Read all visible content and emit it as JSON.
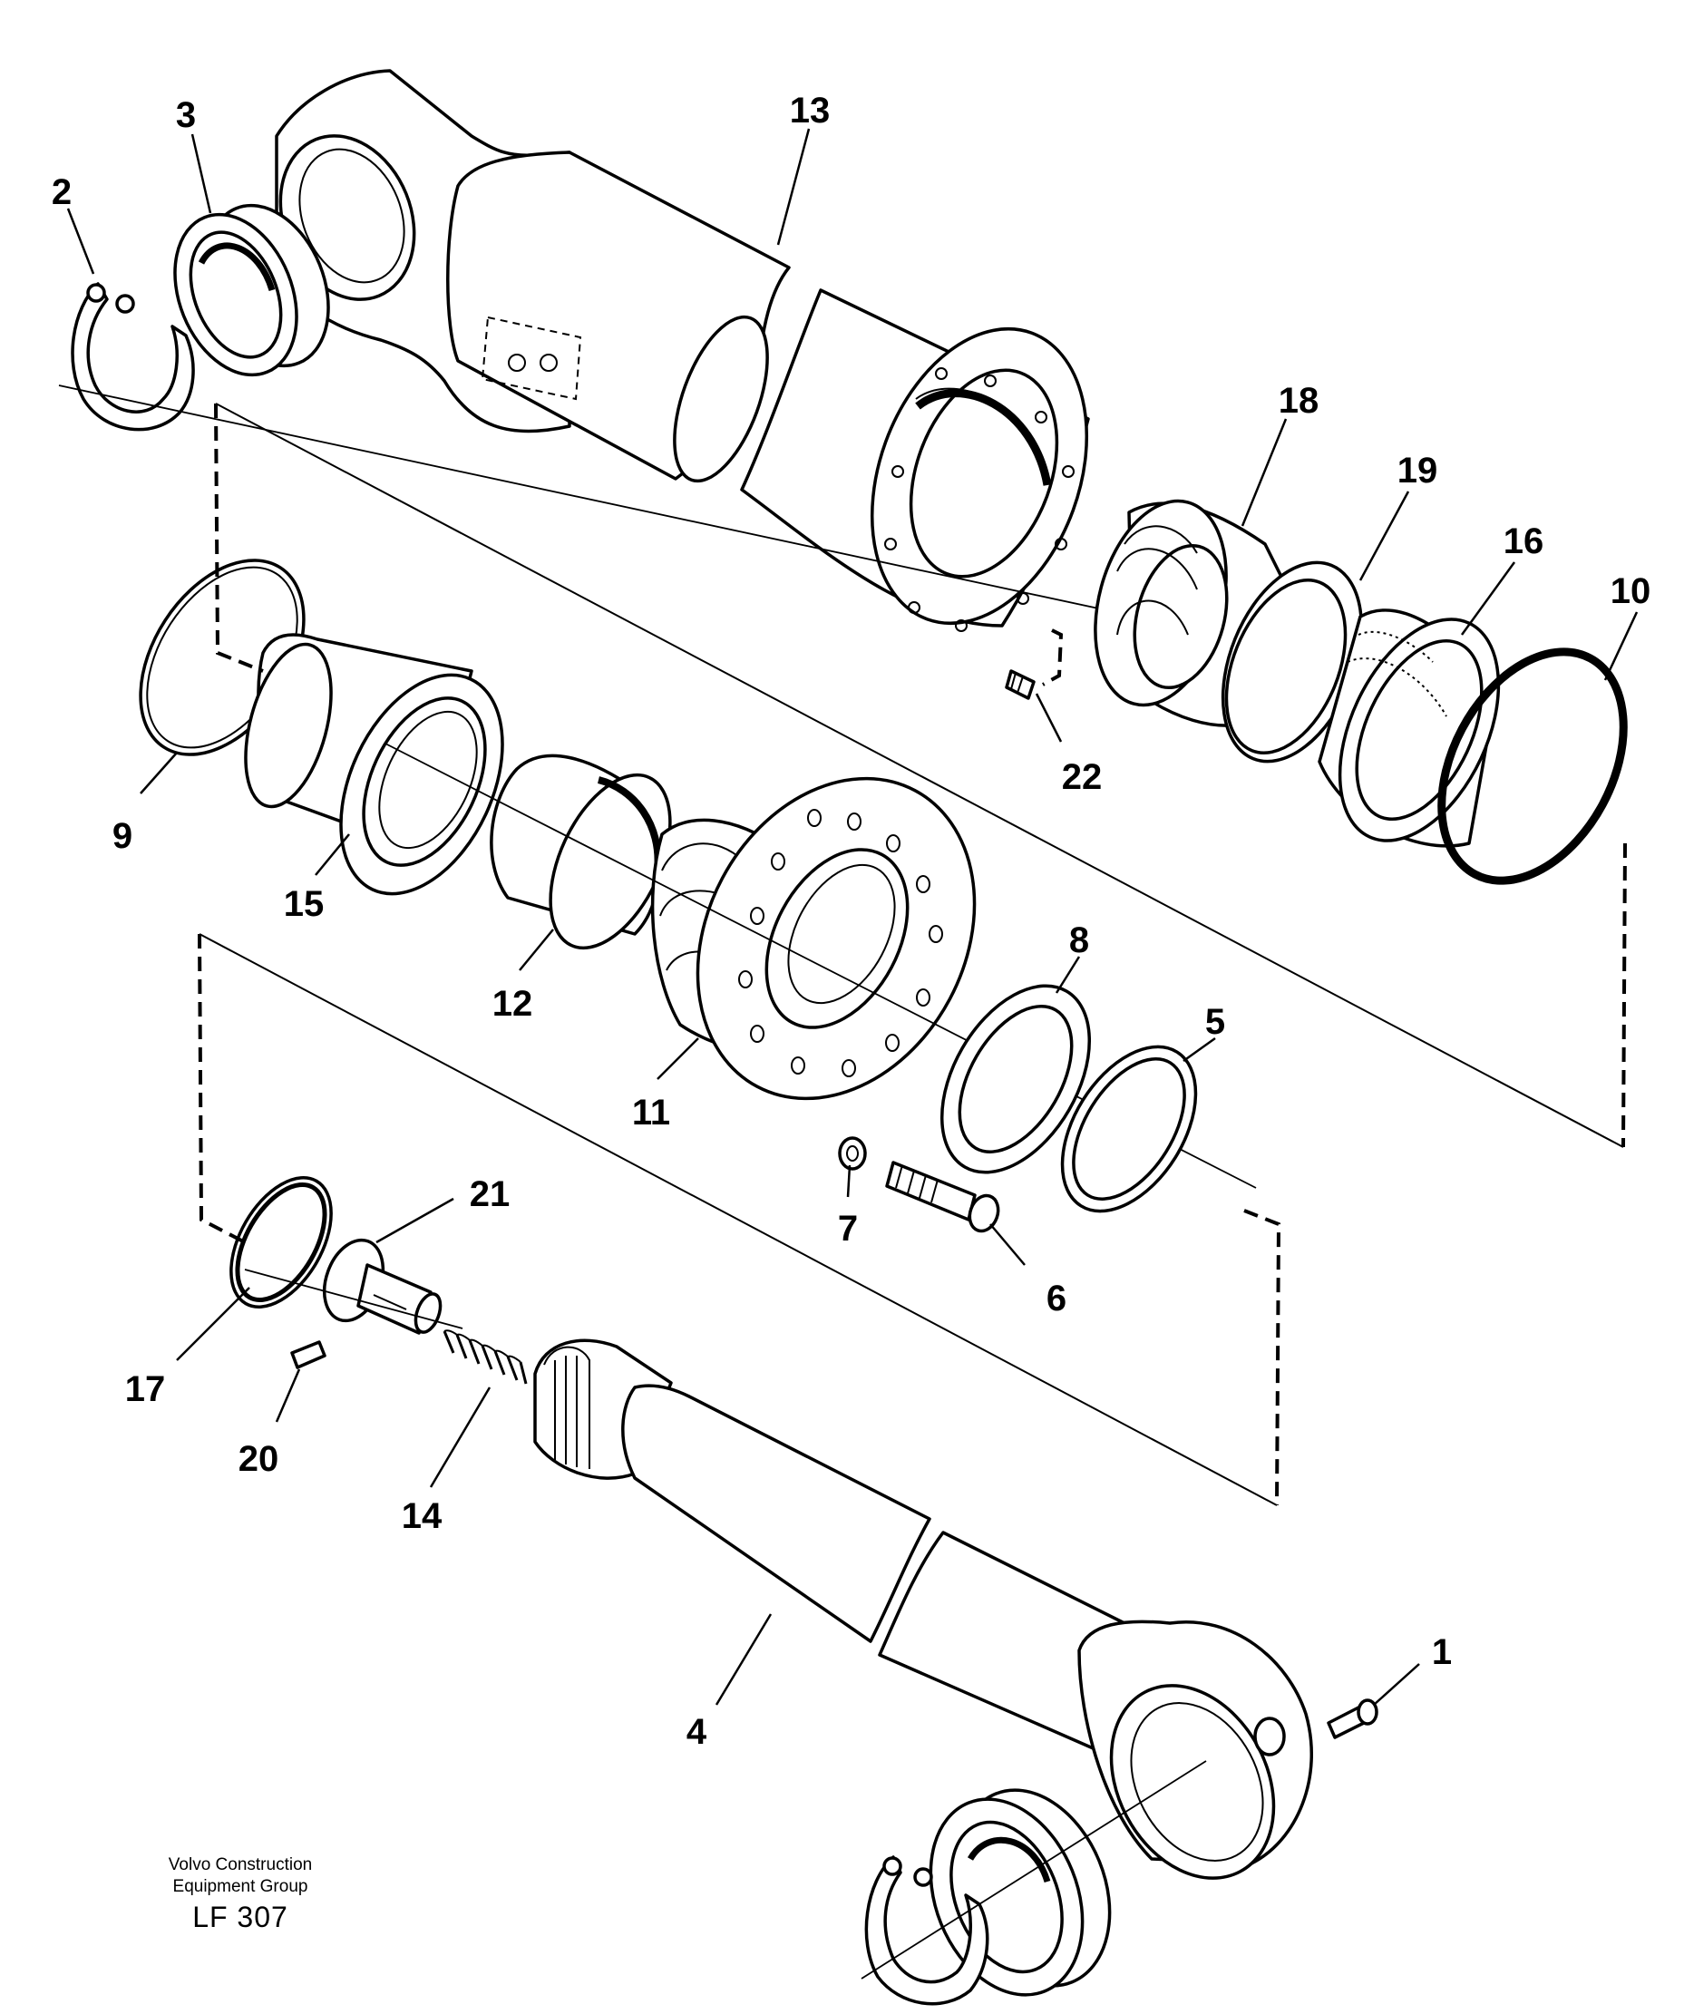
{
  "drawing": {
    "publisher_line1": "Volvo Construction",
    "publisher_line2": "Equipment Group",
    "drawing_code": "LF 307",
    "callouts": [
      "1",
      "2",
      "3",
      "4",
      "5",
      "6",
      "7",
      "8",
      "9",
      "10",
      "11",
      "12",
      "13",
      "14",
      "15",
      "16",
      "17",
      "18",
      "19",
      "20",
      "21",
      "22"
    ]
  }
}
